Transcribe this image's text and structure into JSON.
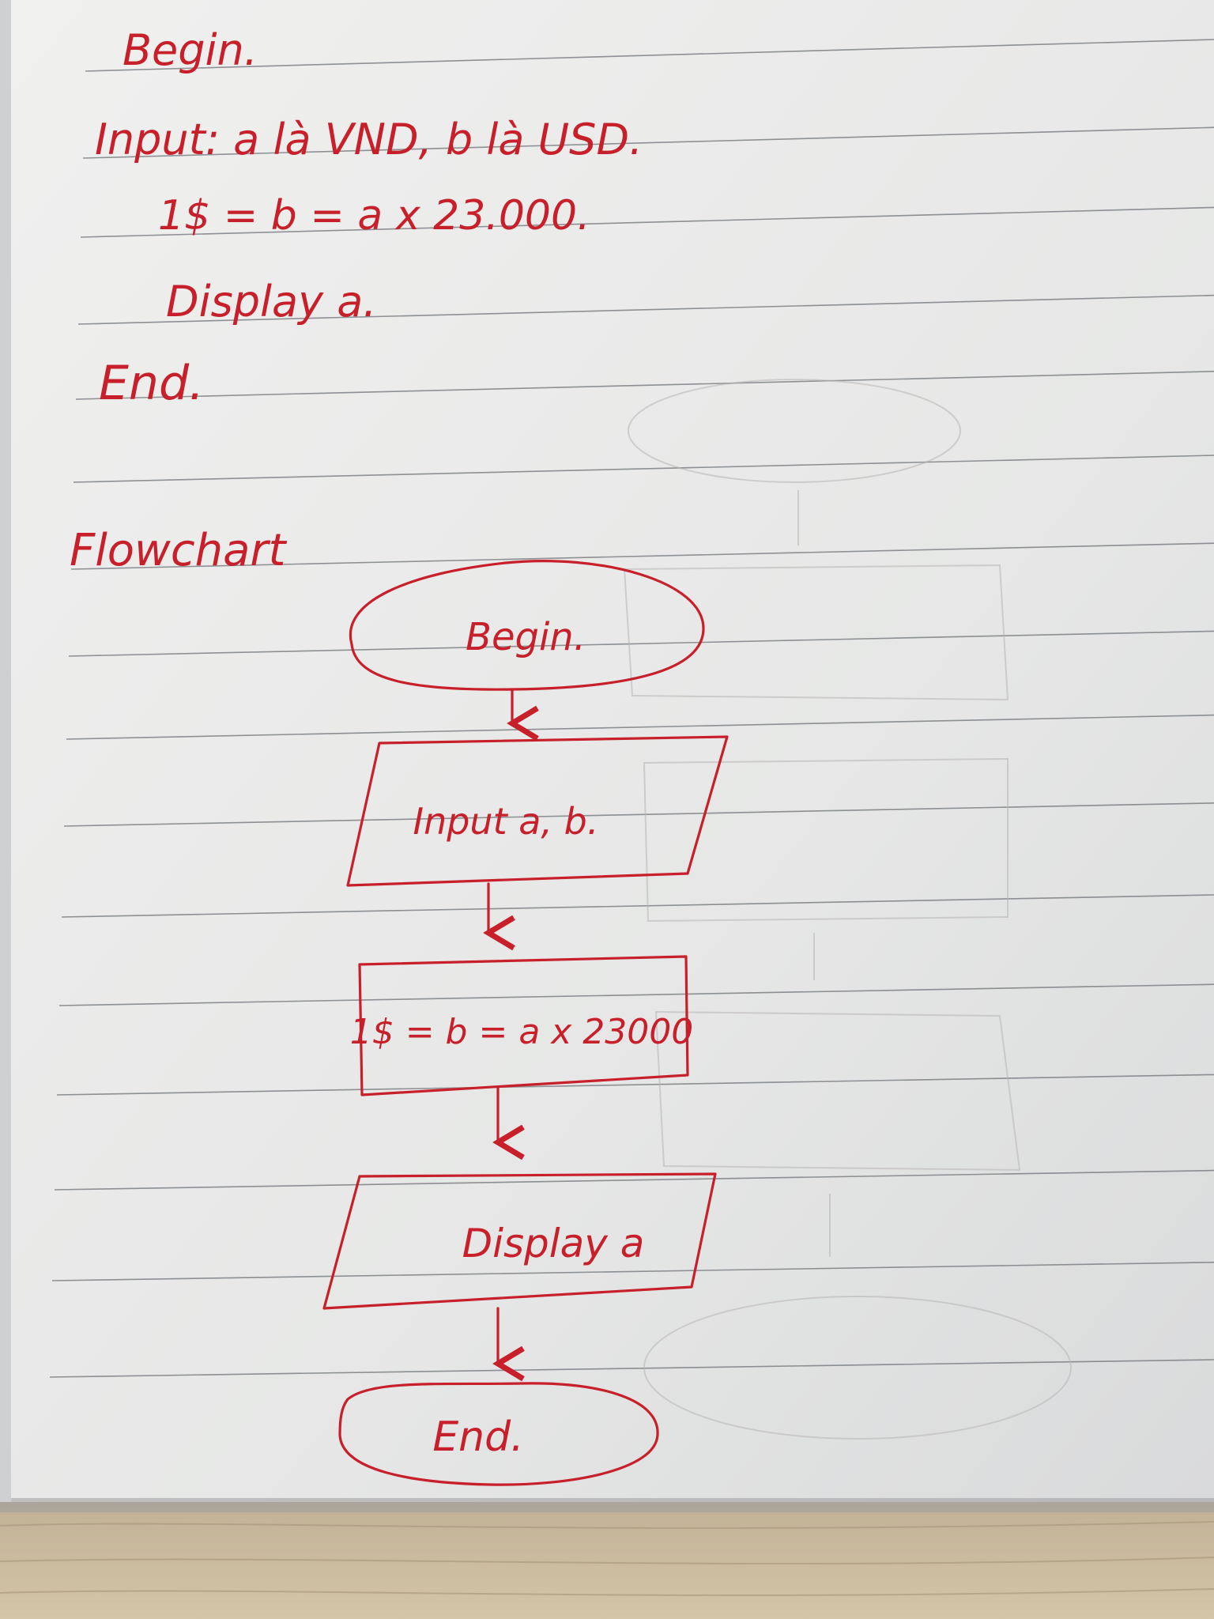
{
  "algorithm": {
    "begin": "Begin.",
    "input": "Input: a là VND, b là USD.",
    "formula": "1$ = b = a x 23.000.",
    "display": "Display a.",
    "end": "End."
  },
  "flowchart": {
    "heading": "Flowchart",
    "nodes": [
      {
        "id": "begin",
        "shape": "oval",
        "label": "Begin."
      },
      {
        "id": "input",
        "shape": "parallelogram",
        "label": "Input a, b."
      },
      {
        "id": "process",
        "shape": "rectangle",
        "label": "1$ = b = a x 23000"
      },
      {
        "id": "display",
        "shape": "parallelogram",
        "label": "Display a"
      },
      {
        "id": "end",
        "shape": "oval",
        "label": "End."
      }
    ],
    "edges": [
      {
        "from": "begin",
        "to": "input"
      },
      {
        "from": "input",
        "to": "process"
      },
      {
        "from": "process",
        "to": "display"
      },
      {
        "from": "display",
        "to": "end"
      }
    ]
  },
  "colors": {
    "ink": "#c8202a",
    "paper": "#ebecea",
    "rule_line": "#6e7277",
    "desk": "#c9b79b",
    "ghost": "#b8b4b4"
  }
}
